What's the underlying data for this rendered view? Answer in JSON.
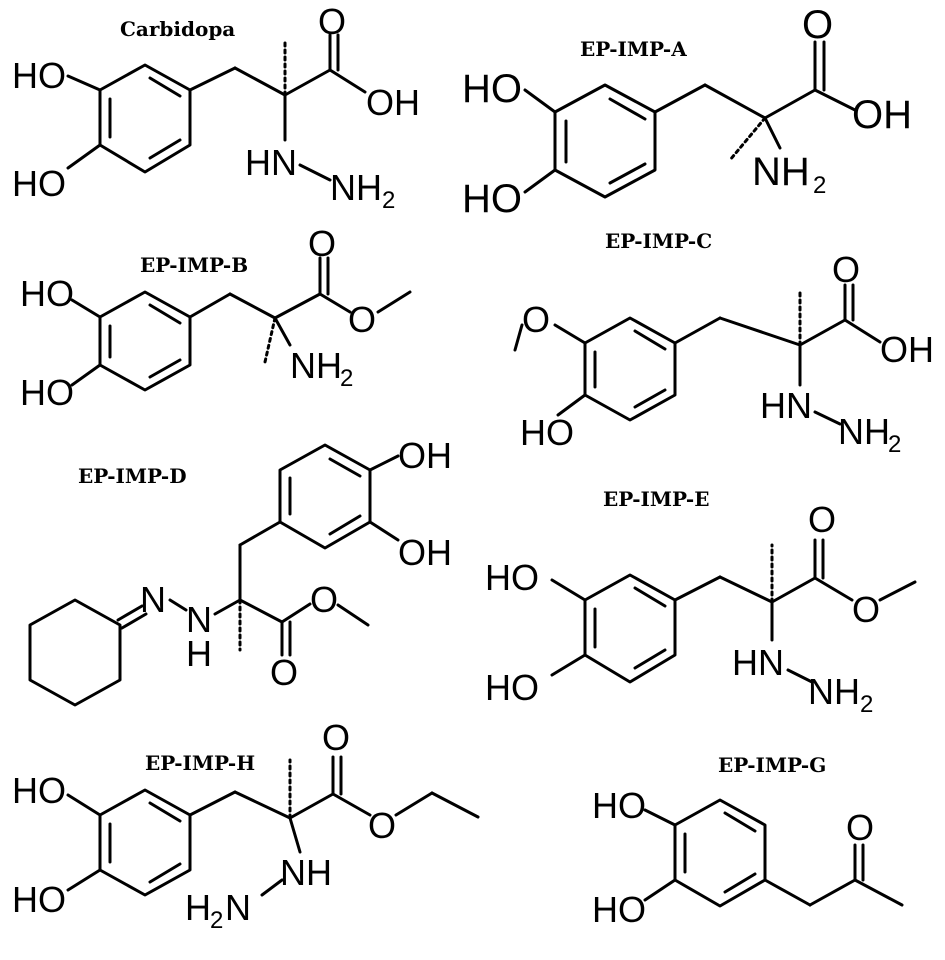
{
  "labels": {
    "carbidopa": "Carbidopa",
    "a": "EP-IMP-A",
    "b": "EP-IMP-B",
    "c": "EP-IMP-C",
    "d": "EP-IMP-D",
    "e": "EP-IMP-E",
    "h": "EP-IMP-H",
    "g": "EP-IMP-G"
  },
  "atoms": {
    "ho": "HO",
    "oh": "OH",
    "o": "O",
    "n": "N",
    "h": "H",
    "hn": "HN",
    "nh": "NH",
    "nh2_base": "NH",
    "h2n_base": "H",
    "n_after": "N",
    "sub2": "2"
  }
}
